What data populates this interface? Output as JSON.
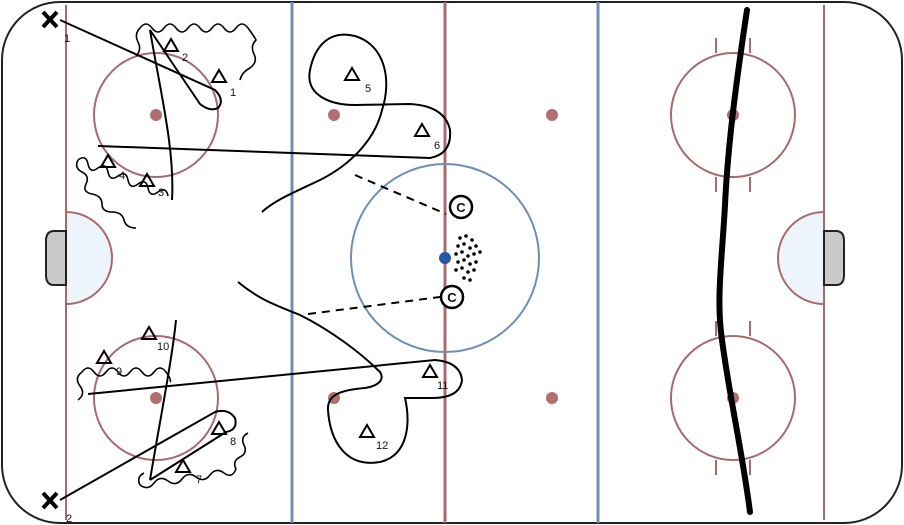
{
  "colors": {
    "red_line": "#a86a6a",
    "blue_line": "#6e8fb3",
    "board": "#222222",
    "dot": "#b07070",
    "puck": "#2457a6",
    "crease_fill": "#eef4fb"
  },
  "players": [
    {
      "label": "1"
    },
    {
      "label": "2"
    },
    {
      "label": "3"
    },
    {
      "label": "4"
    },
    {
      "label": "5"
    },
    {
      "label": "6"
    },
    {
      "label": "7"
    },
    {
      "label": "8"
    },
    {
      "label": "9"
    },
    {
      "label": "10"
    },
    {
      "label": "11"
    },
    {
      "label": "12"
    }
  ],
  "shooters": [
    {
      "label": "1"
    },
    {
      "label": "2"
    }
  ],
  "coaches": [
    {
      "label": "C"
    },
    {
      "label": "C"
    }
  ]
}
